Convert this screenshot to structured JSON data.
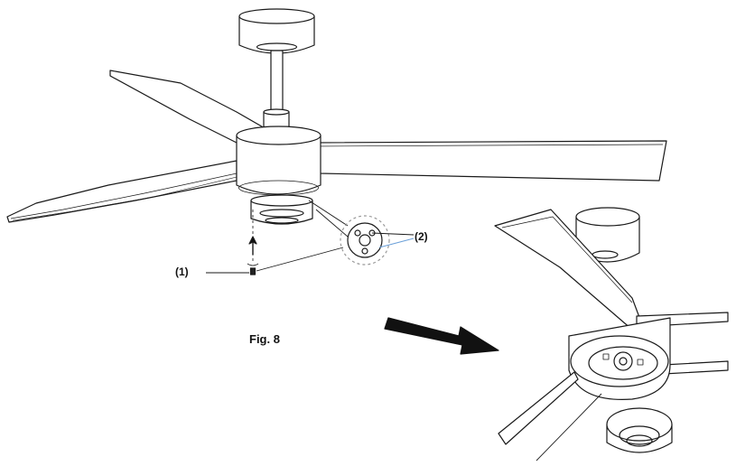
{
  "figure": {
    "caption": "Fig. 8"
  },
  "callouts": [
    {
      "id": "1",
      "text": "(1)"
    },
    {
      "id": "2",
      "text": "(2)"
    }
  ],
  "colors": {
    "line": "#1a1a1a",
    "arrow": "#111111",
    "leader_blue": "#6a9fd8",
    "dashed": "#999999"
  }
}
